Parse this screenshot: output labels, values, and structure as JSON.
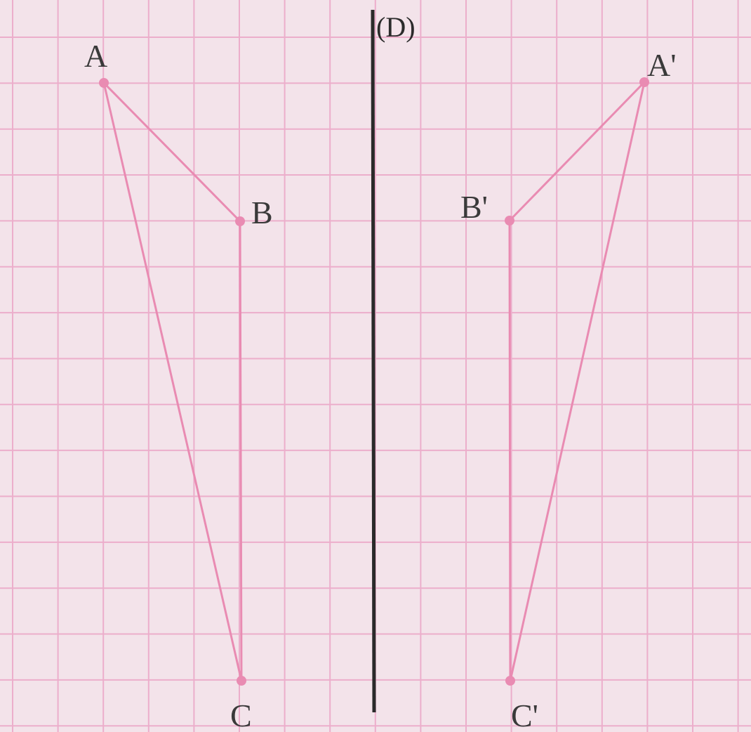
{
  "diagram": {
    "axis_label": "(D)",
    "colors": {
      "paper": "#f3e3ea",
      "grid": "#ecaecb",
      "shape": "#e98bb2",
      "axis": "#2a2a2a",
      "text": "#3a3a3a"
    },
    "points": [
      {
        "id": "A",
        "label": "A"
      },
      {
        "id": "B",
        "label": "B"
      },
      {
        "id": "C",
        "label": "C"
      },
      {
        "id": "A2",
        "label": "A'"
      },
      {
        "id": "B2",
        "label": "B'"
      },
      {
        "id": "C2",
        "label": "C'"
      }
    ]
  }
}
